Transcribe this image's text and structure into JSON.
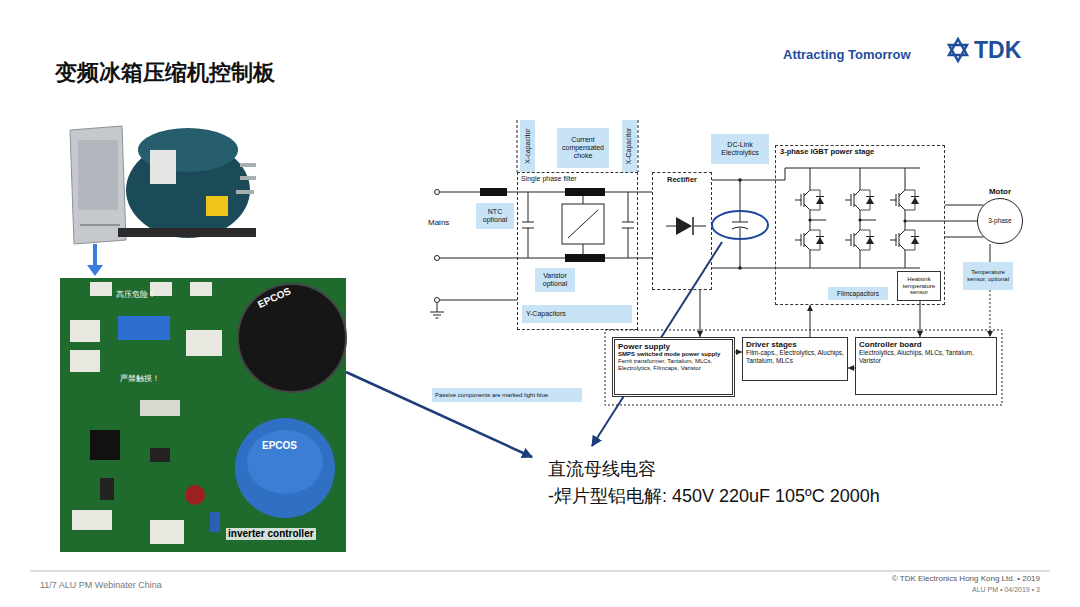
{
  "diagram": {
    "title": "变频冰箱压缩机控制板",
    "nodes": [
      {
        "text": [
          "X-capacitor"
        ]
      },
      {
        "text": [
          "Current compensated choke"
        ]
      },
      {
        "text": [
          "X-Capacitor"
        ]
      },
      {
        "text": [
          "DC-Link Electrolytics"
        ]
      },
      {
        "text": [
          "3-phase IGBT power stage"
        ]
      },
      {
        "text": [
          "Motor",
          "3-phase"
        ]
      },
      {
        "text": [
          "Single phase filter"
        ]
      },
      {
        "text": [
          "Rectifier"
        ]
      },
      {
        "text": [
          "NTC optional"
        ]
      },
      {
        "text": [
          "Varistor optional"
        ],
        "in": 6
      },
      {
        "text": [
          "Temperature sensor, optional"
        ]
      },
      {
        "text": [
          "Filmcapacitors"
        ],
        "in": 4
      },
      {
        "text": [
          "Heatsink temperature sensor"
        ],
        "in": 4
      },
      {
        "text": [
          "Y-Capacitors"
        ],
        "in": 6
      },
      {
        "text": [
          "Power supply",
          "SMPS switched mode power supply",
          "Ferrit transformer, Tantalum, MLCs, Electrolytics, Filmcaps, Varistor"
        ]
      },
      {
        "text": [
          "Driver stages",
          "Film-caps., Electrolytics, Aluchips, Tantalum, MLCs"
        ]
      },
      {
        "text": [
          "Controller board",
          "Electrolytics, Aluchips, MLCs, Tantalum, Varistor"
        ]
      },
      {
        "text": [
          "Passive components are marked light blue"
        ]
      }
    ],
    "edges": [
      {
        "from": 6,
        "to": 7,
        "arrow": "none"
      },
      {
        "from": 7,
        "to": 4,
        "arrow": "none"
      },
      {
        "from": 4,
        "to": 5,
        "arrow": "none"
      },
      {
        "from": 5,
        "to": 10,
        "arrow": "none"
      },
      {
        "from": 7,
        "to": 14,
        "arrow": "to"
      },
      {
        "from": 14,
        "to": 15,
        "arrow": "to"
      },
      {
        "from": 16,
        "to": 15,
        "arrow": "to"
      },
      {
        "from": 15,
        "to": 4,
        "arrow": "to"
      },
      {
        "from": 10,
        "to": 16,
        "arrow": "to"
      },
      {
        "from": 12,
        "to": 16,
        "arrow": "to"
      }
    ],
    "labels": [
      "Attracting Tomorrow",
      "TDK",
      "高压危险！",
      "严禁触摸！",
      "EPCOS",
      "EPCOS",
      "inverter controller",
      "Mains",
      "直流母线电容",
      "-焊片型铝电解: 450V 220uF 105ºC 2000h",
      "11/7 ALU PM Webinater China",
      "© TDK Electronics Hong Kong Ltd. • 2019",
      "ALU PM • 04/2019 • 3"
    ]
  }
}
